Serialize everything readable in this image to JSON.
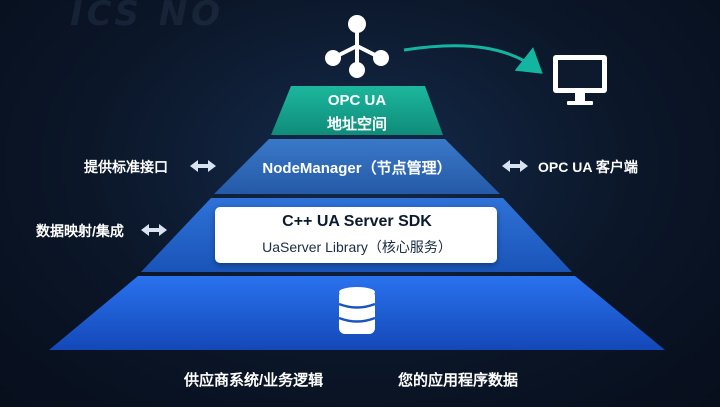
{
  "watermark": "ICS NO",
  "top_layer": {
    "line1": "OPC UA",
    "line2": "地址空间"
  },
  "middle_layer": {
    "label": "NodeManager（节点管理）"
  },
  "sdk_layer": {
    "title": "C++ UA Server SDK",
    "subtitle": "UaServer Library（核心服务）"
  },
  "side_labels": {
    "left_upper": "提供标准接口",
    "left_lower": "数据映射/集成",
    "right_upper": "OPC UA 客户端"
  },
  "bottom_labels": {
    "left": "供应商系统/业务逻辑",
    "right": "您的应用程序数据"
  },
  "icons": {
    "top": "hierarchy-tree-icon",
    "top_right": "monitor-icon",
    "base": "database-icon"
  },
  "colors": {
    "top_layer": "#14a28c",
    "middle_layer": "#2c66b8",
    "sdk_layer": "#1f5fc4",
    "base_layer": "#1a5ad8",
    "connector_arrow": "#14b5a0"
  }
}
